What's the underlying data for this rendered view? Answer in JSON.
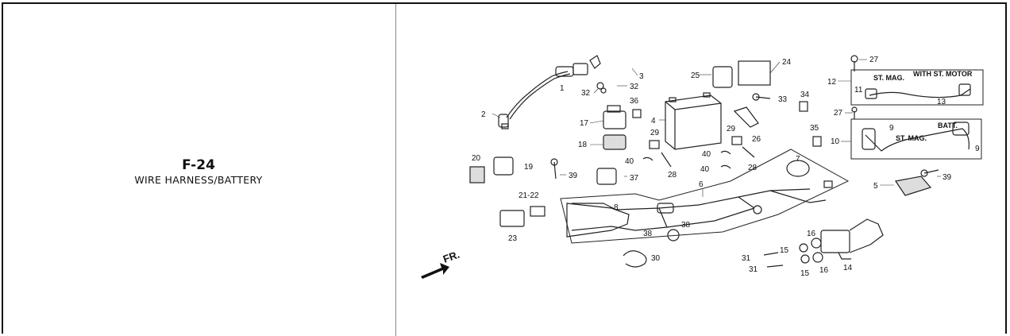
{
  "header": {
    "code": "F-24",
    "title": "WIRE HARNESS/BATTERY"
  },
  "diagram": {
    "callouts": [
      "1",
      "2",
      "3",
      "4",
      "5",
      "6",
      "7",
      "8",
      "9",
      "10",
      "11",
      "12",
      "13",
      "14",
      "15",
      "16",
      "17",
      "18",
      "19",
      "20",
      "21-22",
      "23",
      "24",
      "25",
      "26",
      "27",
      "28",
      "29",
      "30",
      "31",
      "32",
      "33",
      "34",
      "35",
      "36",
      "37",
      "38",
      "39",
      "40"
    ],
    "labels": {
      "st_mag": "ST. MAG.",
      "with_st_motor": "WITH ST. MOTOR",
      "batt": "BATT.",
      "st_mag_lower": "ST. MAG.",
      "front": "FR."
    }
  }
}
